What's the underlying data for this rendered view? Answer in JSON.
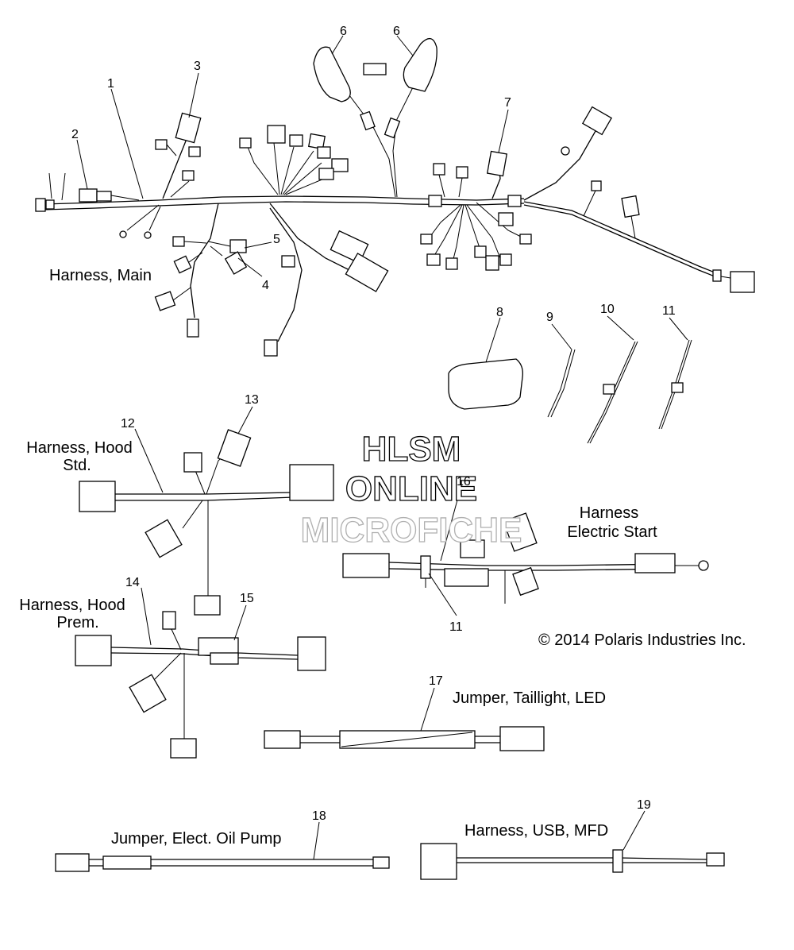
{
  "callouts": [
    "1",
    "2",
    "3",
    "4",
    "5",
    "6",
    "6",
    "7",
    "8",
    "9",
    "10",
    "11",
    "12",
    "13",
    "11",
    "14",
    "15",
    "16",
    "17",
    "18",
    "19"
  ],
  "labels": {
    "harness_main": "Harness, Main",
    "hood_std_line1": "Harness, Hood",
    "hood_std_line2": "Std.",
    "hood_prem_line1": "Harness, Hood",
    "hood_prem_line2": "Prem.",
    "electric_start_line1": "Harness",
    "electric_start_line2": "Electric Start",
    "taillight": "Jumper, Taillight, LED",
    "oil_pump": "Jumper, Elect. Oil Pump",
    "usb": "Harness, USB, MFD",
    "copyright": "© 2014 Polaris Industries Inc."
  },
  "watermark": {
    "line1": "HLSM",
    "line2": "ONLINE",
    "line3": "MICROFICHE"
  }
}
